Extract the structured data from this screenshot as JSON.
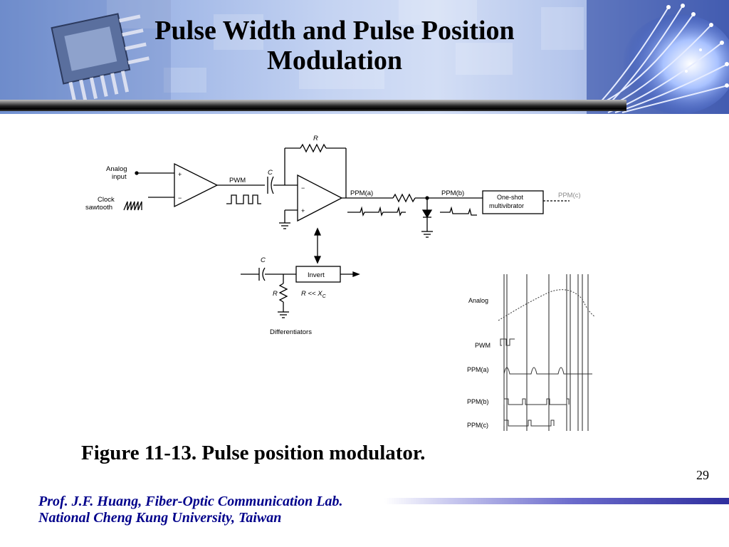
{
  "slide": {
    "title_line1": "Pulse Width and Pulse Position",
    "title_line2": "Modulation",
    "caption": "Figure 11-13. Pulse position modulator.",
    "page_number": "29",
    "footer_line1": "Prof. J.F. Huang, Fiber-Optic Communication Lab.",
    "footer_line2": "National Cheng Kung University, Taiwan"
  },
  "diagram": {
    "analog_input": [
      "Analog",
      "input"
    ],
    "clock_sawtooth": [
      "Clock",
      "sawtooth"
    ],
    "pwm": "PWM",
    "c": "C",
    "r": "R",
    "plus": "+",
    "minus": "−",
    "ppm_a": "PPM(a)",
    "ppm_b": "PPM(b)",
    "one_shot": [
      "One-shot",
      "multivibrator"
    ],
    "ppm_c": "PPM(c)",
    "invert": "Invert",
    "r_lt_xc": "R << X",
    "xc_sub": "C",
    "differentiators": "Differentiators"
  },
  "waveform": {
    "labels": [
      "Analog",
      "PWM",
      "PPM(a)",
      "PPM(b)",
      "PPM(c)"
    ]
  }
}
